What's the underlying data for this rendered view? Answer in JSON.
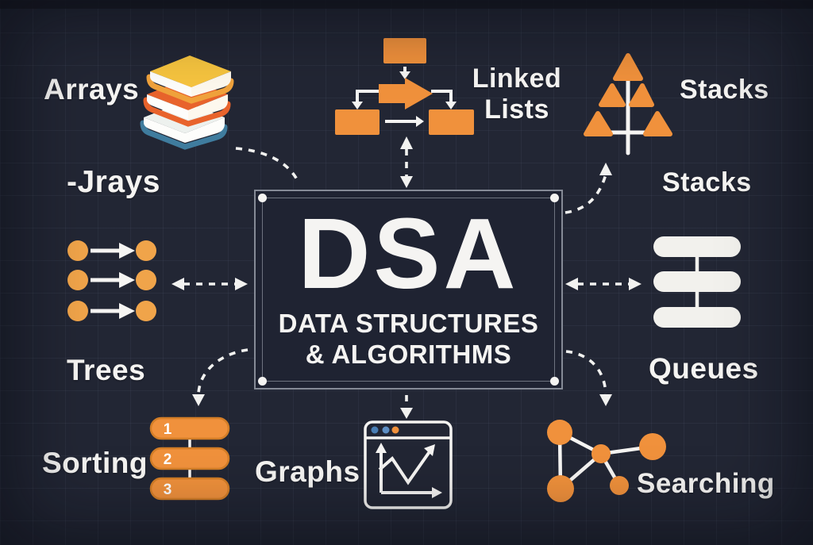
{
  "diagram": {
    "title": "DSA — Data Structures & Algorithms overview diagram",
    "center": {
      "acronym": "DSA",
      "subtitle_line1": "DATA STRUCTURES",
      "subtitle_line2": "& ALGORITHMS"
    },
    "nodes": {
      "arrays": {
        "label": "Arrays",
        "artifact_label": "-Jrays",
        "icon": "books-icon"
      },
      "linked_lists": {
        "label": "Linked Lists",
        "label_line1": "Linked",
        "label_line2": "Lists",
        "icon": "flowchart-icon"
      },
      "stacks": {
        "label": "Stacks",
        "artifact_label": "Stacks",
        "icon": "triangle-tree-icon"
      },
      "trees": {
        "label": "Trees",
        "icon": "dot-arrow-rows-icon"
      },
      "queues": {
        "label": "Queues",
        "icon": "stacked-pills-icon"
      },
      "sorting": {
        "label": "Sorting",
        "icon": "numbered-pills-icon",
        "numbers": [
          "1",
          "2",
          "3"
        ]
      },
      "graphs": {
        "label": "Graphs",
        "icon": "chart-window-icon"
      },
      "searching": {
        "label": "Searching",
        "icon": "network-graph-icon"
      }
    },
    "edges": [
      {
        "from": "arrays",
        "to": "center",
        "style": "dashed-curve"
      },
      {
        "from": "linked_lists",
        "to": "center",
        "style": "dashed-double-arrow-vertical"
      },
      {
        "from": "center",
        "to": "stacks",
        "style": "dashed-curve-arrow"
      },
      {
        "from": "trees",
        "to": "center",
        "style": "dashed-double-arrow-horizontal"
      },
      {
        "from": "center",
        "to": "queues",
        "style": "dashed-double-arrow-horizontal"
      },
      {
        "from": "center",
        "to": "sorting",
        "style": "dashed-curve-arrow"
      },
      {
        "from": "center",
        "to": "graphs",
        "style": "dashed-arrow-vertical"
      },
      {
        "from": "center",
        "to": "searching",
        "style": "dashed-curve-arrow"
      }
    ],
    "colors": {
      "background": "#222634",
      "grid_line": "rgba(165,180,215,0.06)",
      "accent_orange": "#F0913C",
      "text_white": "#F5F4F2",
      "pill_white": "#F2F1ED",
      "box_border_gray": "#858A96",
      "sorting_pill_border": "#D47E27",
      "book_yellow": "#F6C43F",
      "book_red_orange": "#E8632C",
      "book_blue": "#3F7C9E",
      "window_dot_blue_1": "#4A7FB5",
      "window_dot_blue_2": "#5E8FC4",
      "window_dot_orange": "#F0913C"
    }
  }
}
